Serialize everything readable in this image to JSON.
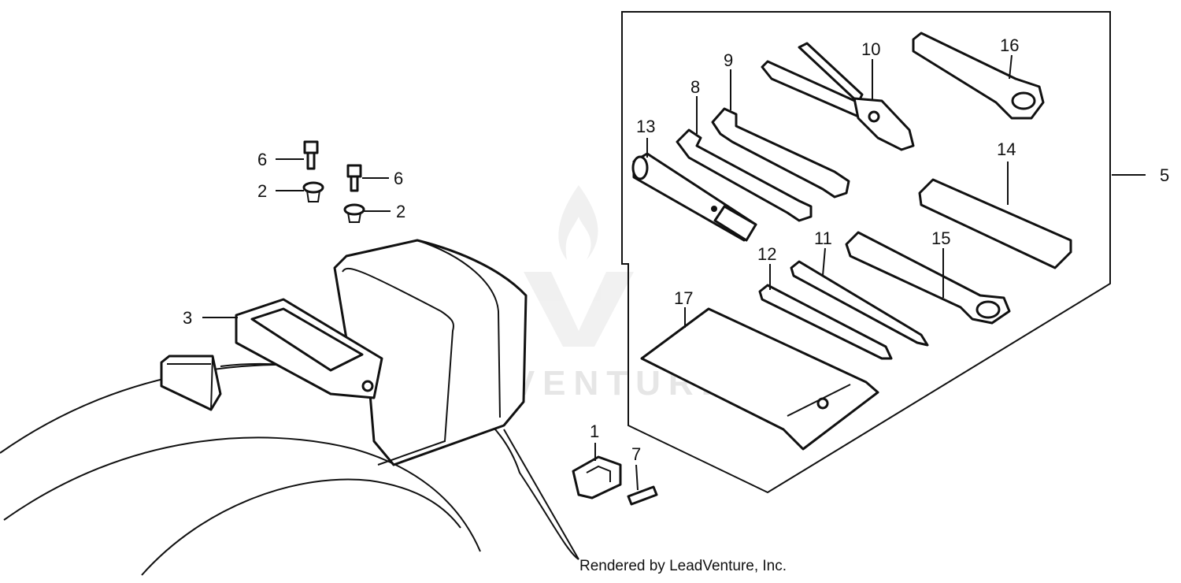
{
  "callouts": {
    "c1": "1",
    "c2a": "2",
    "c2b": "2",
    "c3": "3",
    "c5": "5",
    "c6a": "6",
    "c6b": "6",
    "c7": "7",
    "c8": "8",
    "c9": "9",
    "c10": "10",
    "c11": "11",
    "c12": "12",
    "c13": "13",
    "c14": "14",
    "c15": "15",
    "c16": "16",
    "c17": "17"
  },
  "credit": "Rendered by LeadVenture, Inc.",
  "watermark": "LEADVENTURE"
}
